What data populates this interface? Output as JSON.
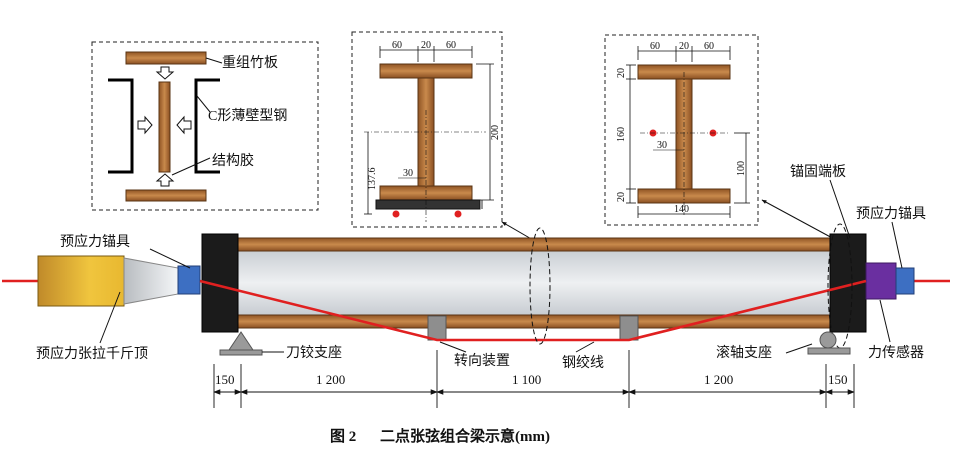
{
  "inset_composite": {
    "label_top_plate": "重组竹板",
    "label_channel": "C形薄壁型钢",
    "label_glue": "结构胶"
  },
  "inset_section_left": {
    "dims": {
      "flange_a": "60",
      "web": "20",
      "flange_b": "60",
      "height": "200",
      "strand_offset": "137.6",
      "strand_spacing": "30"
    }
  },
  "inset_section_right": {
    "dims": {
      "flange_a": "60",
      "web": "20",
      "flange_b": "60",
      "top_flange": "20",
      "web_height": "160",
      "strand_spacing": "30",
      "bottom_flange": "20",
      "centroid": "100",
      "width": "140"
    }
  },
  "labels": {
    "jack": "预应力张拉千斤顶",
    "anchor_left": "预应力锚具",
    "anchor_right": "预应力锚具",
    "end_plate": "锚固端板",
    "hinge": "刀铰支座",
    "deviator": "转向装置",
    "strand": "钢绞线",
    "roller": "滚轴支座",
    "sensor": "力传感器"
  },
  "spans": [
    "150",
    "1 200",
    "1 100",
    "1 200",
    "150"
  ],
  "caption": {
    "number": "图 2",
    "text": "二点张弦组合梁示意(mm)"
  },
  "colors": {
    "wood": "#b5773f",
    "strand": "#e02020",
    "jack": "#e3b23a",
    "sensor": "#6a2fa0",
    "anchor": "#3d6fc2"
  }
}
